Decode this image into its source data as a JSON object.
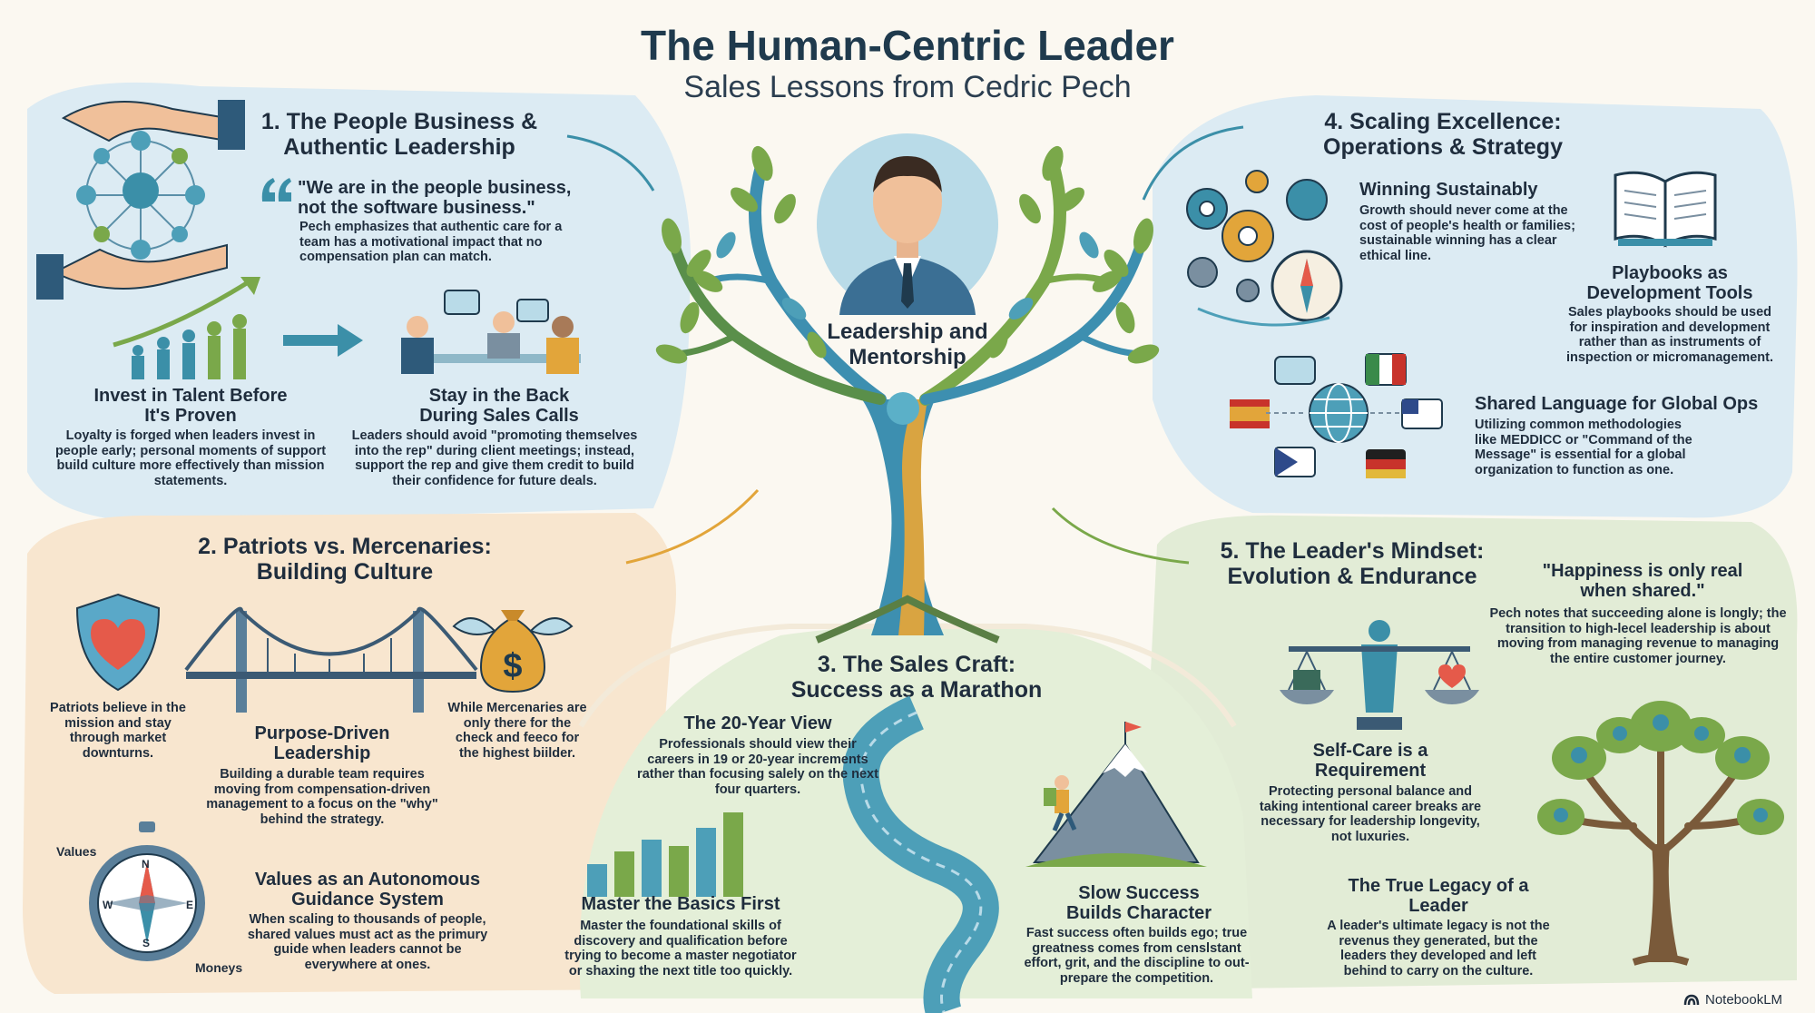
{
  "header": {
    "title": "The Human-Centric Leader",
    "subtitle": "Sales Lessons from Cedric Pech"
  },
  "center": {
    "label": "Leadership and Mentorship"
  },
  "section1": {
    "title": "1. The People Business & Authentic Leadership",
    "quote": "\"We are in the people business, not the software business.\"",
    "quote_text": "Pech emphasizes that authentic care for a team has a motivational impact that no compensation plan can match.",
    "invest_title": "Invest in Talent Before It's Proven",
    "invest_text": "Loyalty is forged when leaders invest in people early; personal moments of support build culture more effectively than mission statements.",
    "back_title": "Stay in the Back During Sales Calls",
    "back_text": "Leaders should avoid \"promoting themselves into the rep\" during client meetings; instead, support the rep and give them credit to build their confidence for future deals."
  },
  "section2": {
    "title": "2. Patriots vs. Mercenaries: Building Culture",
    "patriots_text": "Patriots believe in the mission and stay through market downturns.",
    "mercenaries_text": "While Mercenaries are only there for the check and feeco for the highest biilder.",
    "purpose_title": "Purpose-Driven Leadership",
    "purpose_text": "Building a durable team requires moving from compensation-driven management to a focus on the \"why\" behind the strategy.",
    "values_label": "Values",
    "moneys_label": "Moneys",
    "compass_n": "N",
    "compass_s": "S",
    "compass_e": "E",
    "compass_w": "W",
    "values_title": "Values as an Autonomous Guidance System",
    "values_text": "When scaling to thousands of people, shared values must act as the primury guide when leaders cannot be everywhere at ones."
  },
  "section3": {
    "title": "3. The Sales Craft: Success as a Marathon",
    "view_title": "The 20-Year View",
    "view_text": "Professionals should view their careers in 19 or 20-year increments rather than focusing salely on the next four quarters.",
    "basics_title": "Master the Basics First",
    "basics_text": "Master the foundational skills of discovery and qualification before trying to become a master negotiator or shaxing the next title too quickly.",
    "slow_title": "Slow Success Builds Character",
    "slow_text": "Fast success often builds ego; true greatness comes from censlstant effort, grit, and the discipline to out-prepare the competition."
  },
  "section4": {
    "title": "4. Scaling Excellence: Operations & Strategy",
    "winning_title": "Winning Sustainably",
    "winning_text": "Growth should never come at the cost of people's health or families; sustainable winning has a clear ethical line.",
    "playbooks_title": "Playbooks as Development Tools",
    "playbooks_text": "Sales playbooks should be used for inspiration and development rather than as instruments of inspection or micromanagement.",
    "language_title": "Shared Language for Global Ops",
    "language_text": "Utilizing common methodologies like MEDDICC or \"Command of the Message\" is essential for a global organization to function as one."
  },
  "section5": {
    "title": "5. The Leader's Mindset: Evolution & Endurance",
    "quote": "\"Happiness is only real when shared.\"",
    "quote_text": "Pech notes that succeeding alone is longly; the transition to high-lecel leadership is about moving from managing revenue to managing the entire customer journey.",
    "selfcare_title": "Self-Care is a Requirement",
    "selfcare_text": "Protecting personal balance and taking intentional career breaks are necessary for leadership longevity, not luxuries.",
    "legacy_title": "The True Legacy of a Leader",
    "legacy_text": "A leader's ultimate legacy is not the revenus they generated, but the leaders they developed and left behind to carry on the culture."
  },
  "footer": {
    "brand": "NotebookLM"
  },
  "colors": {
    "bg": "#fbf8f1",
    "blue_panel": "#dcebf3",
    "orange_panel": "#f8e6cf",
    "green_panel": "#e2ecd6",
    "navy": "#1f2d3d",
    "teal": "#3b8fa8",
    "green": "#7aa84a",
    "orange": "#e2a53a"
  }
}
